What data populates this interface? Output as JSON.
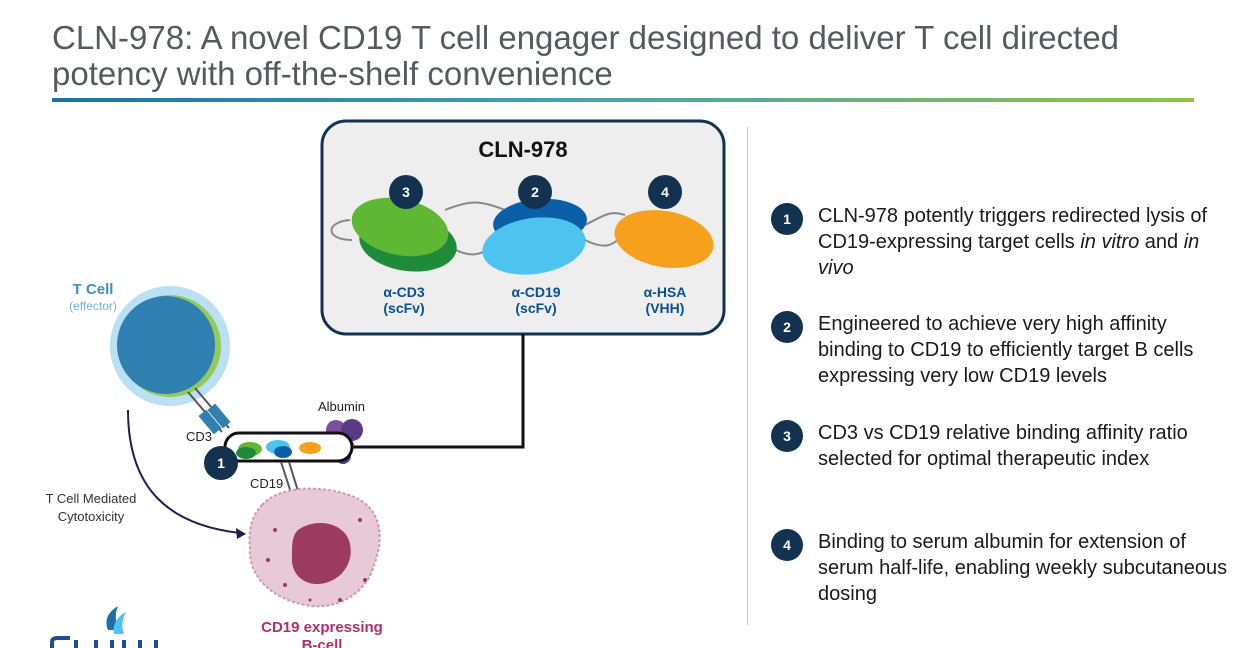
{
  "title": "CLN-978: A novel CD19 T cell engager designed to deliver T cell directed potency with off-the-shelf convenience",
  "molecule": {
    "name": "CLN-978",
    "domains": [
      {
        "num": "3",
        "name": "α-CD3",
        "format": "(scFv)"
      },
      {
        "num": "2",
        "name": "α-CD19",
        "format": "(scFv)"
      },
      {
        "num": "4",
        "name": "α-HSA",
        "format": "(VHH)"
      }
    ]
  },
  "labels": {
    "t_cell": "T Cell",
    "t_cell_sub": "(effector)",
    "albumin": "Albumin",
    "cd3": "CD3",
    "cd19": "CD19",
    "complex_num": "1",
    "cytotoxicity_line1": "T Cell Mediated",
    "cytotoxicity_line2": "Cytotoxicity",
    "bcell_line1": "CD19 expressing",
    "bcell_line2": "B-cell"
  },
  "points": [
    {
      "num": "1",
      "text_a": "CLN-978 potently triggers redirected lysis of CD19-expressing target cells ",
      "text_b": "in vitro",
      "text_c": " and ",
      "text_d": "in vivo"
    },
    {
      "num": "2",
      "text": "Engineered to achieve very high affinity binding to CD19 to efficiently target B cells expressing very low CD19 levels"
    },
    {
      "num": "3",
      "text": "CD3 vs CD19 relative binding affinity ratio selected for optimal therapeutic index"
    },
    {
      "num": "4",
      "text": "Binding to serum albumin for extension of serum half-life, enabling weekly subcutaneous dosing"
    }
  ],
  "colors": {
    "navy": "#12324f",
    "cd3_green": "#5fb833",
    "cd3_dark_green": "#1f8a3a",
    "cd19_blue": "#4fc3f0",
    "cd19_dark_blue": "#0a5fa8",
    "hsa_orange": "#f5a11e",
    "albumin_purple": "#7b4f9e",
    "bcell_pink": "#e8c9d8",
    "bcell_nucleus": "#9c3a60",
    "tcell_blue": "#2f7fb0"
  }
}
